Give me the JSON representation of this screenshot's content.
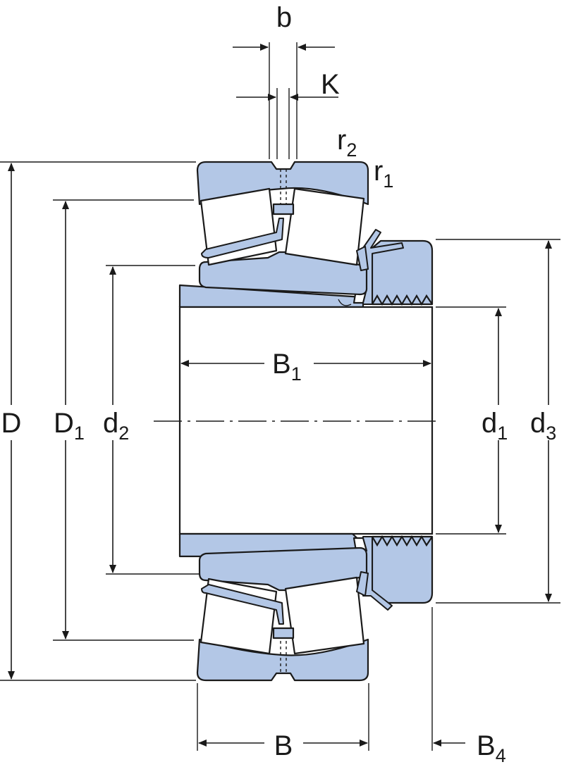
{
  "labels": {
    "b": "b",
    "K": "K",
    "r2": {
      "main": "r",
      "sub": "2"
    },
    "r1": {
      "main": "r",
      "sub": "1"
    },
    "D": "D",
    "D1": {
      "main": "D",
      "sub": "1"
    },
    "d2": {
      "main": "d",
      "sub": "2"
    },
    "B1": {
      "main": "B",
      "sub": "1"
    },
    "d1": {
      "main": "d",
      "sub": "1"
    },
    "d3": {
      "main": "d",
      "sub": "3"
    },
    "B": "B",
    "B4": {
      "main": "B",
      "sub": "4"
    }
  },
  "colors": {
    "steel": "#b3c7e6",
    "ink": "#1a1a1a",
    "background": "#ffffff"
  },
  "arrow_icon": "filled-arrowhead"
}
